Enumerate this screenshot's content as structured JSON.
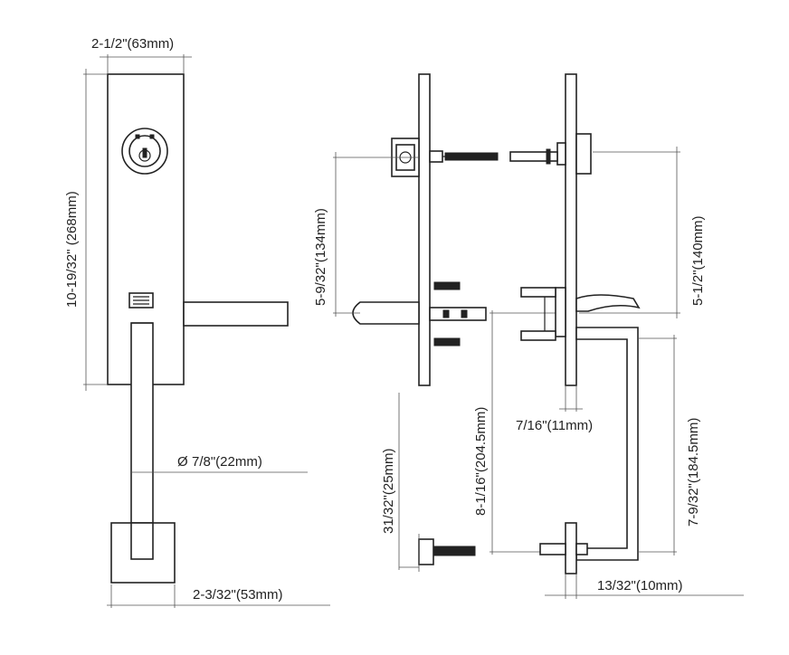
{
  "dimensions": {
    "plate_width": "2-1/2\"(63mm)",
    "plate_height": "10-19/32\" (268mm)",
    "handle_diameter": "7/8\"(22mm)",
    "base_width": "2-3/32\"(53mm)",
    "screw_spacing_left": "5-9/32\"(134mm)",
    "screw_spacing_right": "5-1/2\"(140mm)",
    "thickness_small": "7/16\"(11mm)",
    "grip_height_left": "8-1/16\"(204.5mm)",
    "grip_height_right": "7-9/32\"(184.5mm)",
    "pin_length": "31/32\"(25mm)",
    "grip_offset": "13/32\"(10mm)"
  },
  "symbols": {
    "diameter": "Ø"
  }
}
